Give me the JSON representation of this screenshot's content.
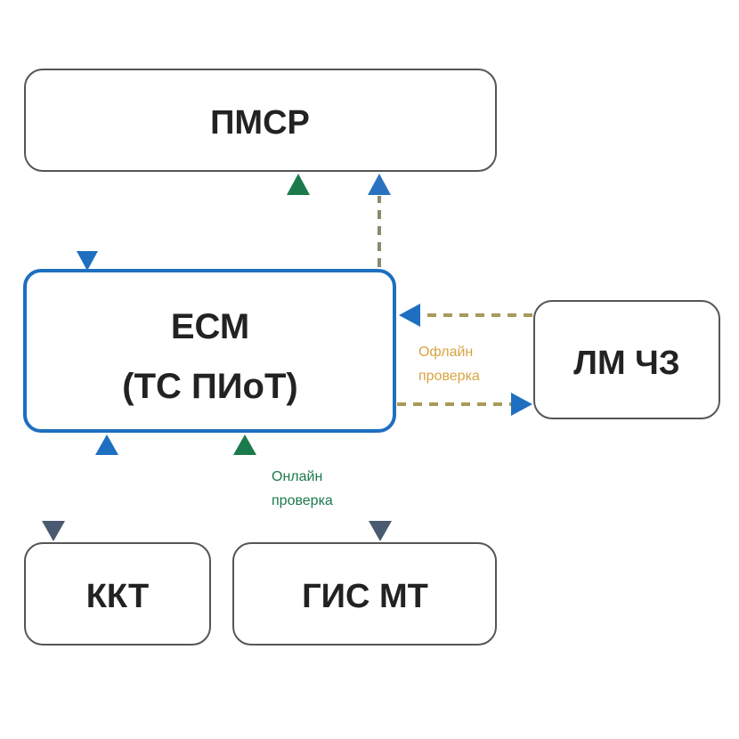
{
  "nodes": {
    "pmsr": {
      "label": "ПМСР"
    },
    "ecm": {
      "line1": "ЕСМ",
      "line2": "(ТС ПИоТ)"
    },
    "lm": {
      "label": "ЛМ ЧЗ"
    },
    "kkt": {
      "label": "ККТ"
    },
    "gis": {
      "label": "ГИС МТ"
    }
  },
  "annotations": {
    "offline": {
      "line1": "Офлайн",
      "line2": "проверка",
      "color": "#d9a441"
    },
    "online": {
      "line1": "Онлайн",
      "line2": "проверка",
      "color": "#1b7a4b"
    }
  },
  "colors": {
    "ecm_border": "#1e6fbf",
    "box_border": "#555555",
    "arrow_blue": "#1e6fbf",
    "arrow_slate": "#4a5a70",
    "arrow_green": "#1b7a4b",
    "dash_gold": "#d0a040"
  },
  "connections": [
    {
      "from": "pmsr",
      "to": "ecm",
      "style": "solid"
    },
    {
      "from": "ecm",
      "to": "pmsr",
      "style": "solid-green"
    },
    {
      "from": "ecm",
      "to": "pmsr",
      "style": "dashed"
    },
    {
      "from": "lm",
      "to": "ecm",
      "style": "dashed"
    },
    {
      "from": "ecm",
      "to": "lm",
      "style": "dashed"
    },
    {
      "from": "ecm",
      "to": "kkt",
      "style": "solid"
    },
    {
      "from": "kkt",
      "to": "ecm",
      "style": "solid"
    },
    {
      "from": "gis",
      "to": "ecm",
      "style": "solid-green",
      "label": "online"
    },
    {
      "from": "ecm",
      "to": "gis",
      "style": "solid"
    }
  ]
}
